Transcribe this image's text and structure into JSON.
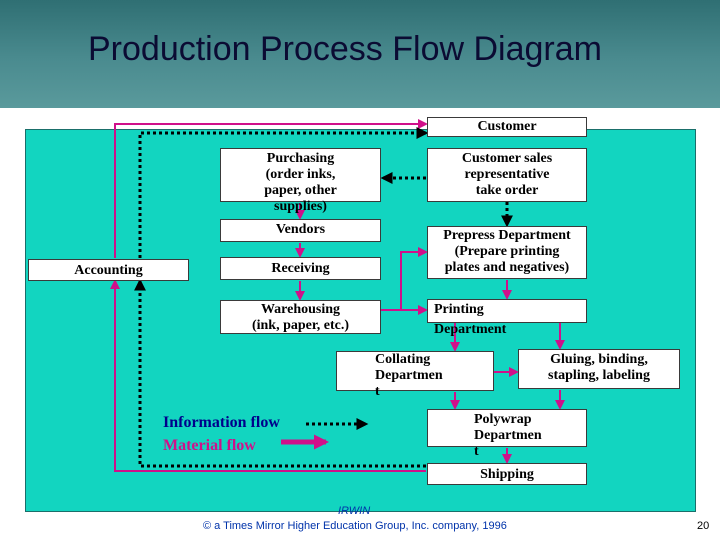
{
  "slide": {
    "title": "Production Process Flow Diagram",
    "brand": "IRWIN",
    "copyright": "© a Times Mirror Higher Education Group, Inc. company, 1996",
    "page_number": "20"
  },
  "diagram": {
    "nodes": {
      "customer": "Customer",
      "customer_sales": "Customer sales\nrepresentative\ntake order",
      "purchasing": "Purchasing\n(order inks,\npaper, other\nsupplies)",
      "vendors": "Vendors",
      "receiving": "Receiving",
      "warehousing": "Warehousing\n(ink, paper, etc.)",
      "accounting": "Accounting",
      "prepress": "Prepress Department\n(Prepare printing\nplates and negatives)",
      "printing": "Printing\nDepartment",
      "collating": "Collating\nDepartmen\nt",
      "gluing": "Gluing, binding,\nstapling, labeling",
      "polywrap": "Polywrap\nDepartmen\nt",
      "shipping": "Shipping"
    },
    "legend": {
      "information_flow": "Information flow",
      "material_flow": "Material flow"
    },
    "colors": {
      "material_flow": "#d0108a",
      "information_flow": "#000000",
      "panel": "#12d5c0",
      "header": "#4a8b8f"
    }
  }
}
